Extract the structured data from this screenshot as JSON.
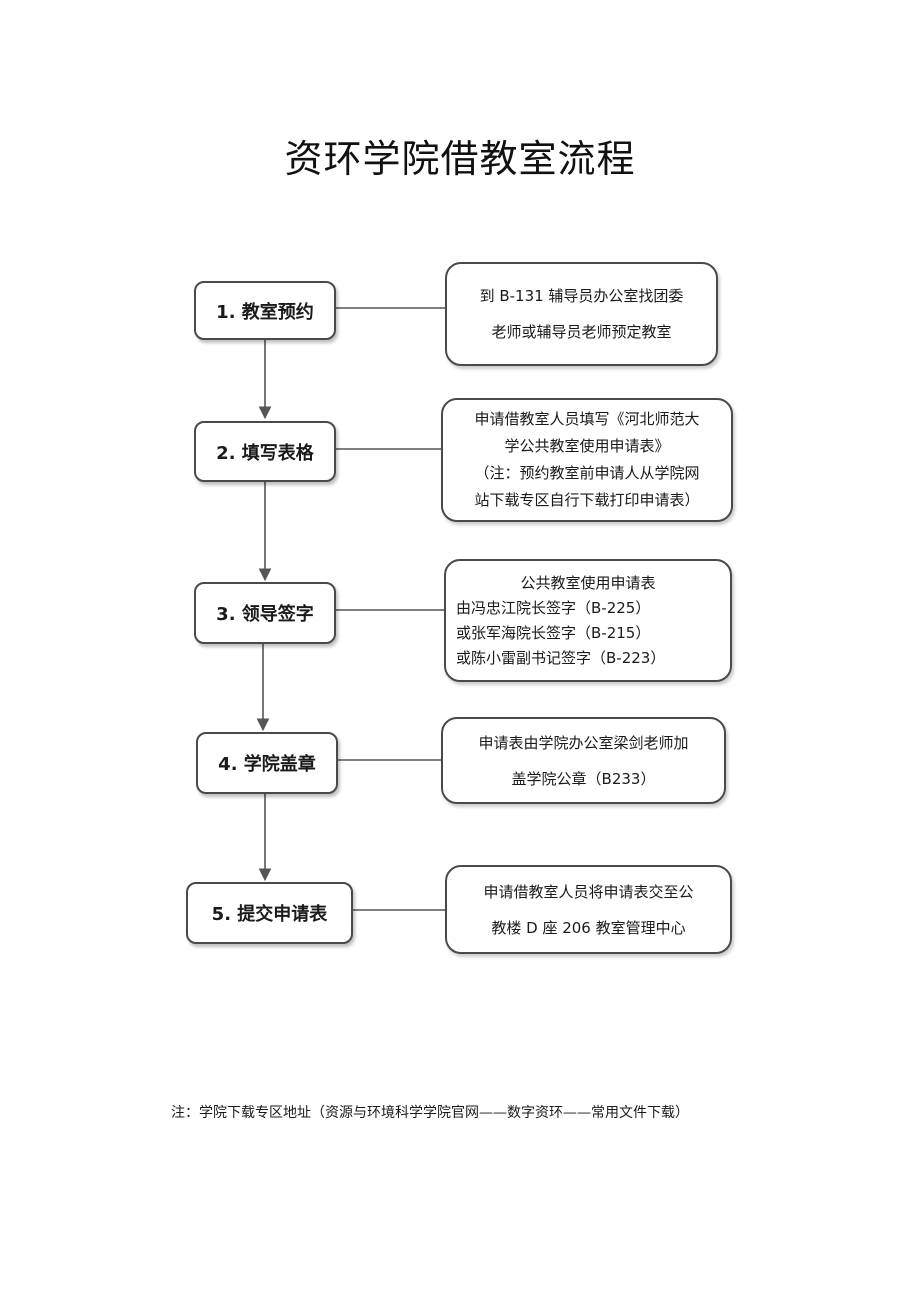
{
  "title": "资环学院借教室流程",
  "steps": [
    {
      "label": "1. 教室预约",
      "desc": [
        "到 B-131 辅导员办公室找团委",
        "老师或辅导员老师预定教室"
      ]
    },
    {
      "label": "2. 填写表格",
      "desc": [
        "申请借教室人员填写《河北师范大",
        "学公共教室使用申请表》",
        "（注：预约教室前申请人从学院网",
        "站下载专区自行下载打印申请表）"
      ]
    },
    {
      "label": "3. 领导签字",
      "desc": [
        "公共教室使用申请表",
        "由冯忠江院长签字（B-225）",
        "或张军海院长签字（B-215）",
        "或陈小雷副书记签字（B-223）"
      ]
    },
    {
      "label": "4. 学院盖章",
      "desc": [
        "申请表由学院办公室梁剑老师加",
        "盖学院公章（B233）"
      ]
    },
    {
      "label": "5. 提交申请表",
      "desc": [
        "申请借教室人员将申请表交至公",
        "教楼 D 座 206 教室管理中心"
      ]
    }
  ],
  "footnote": "注：学院下载专区地址（资源与环境科学学院官网——数字资环——常用文件下载）"
}
